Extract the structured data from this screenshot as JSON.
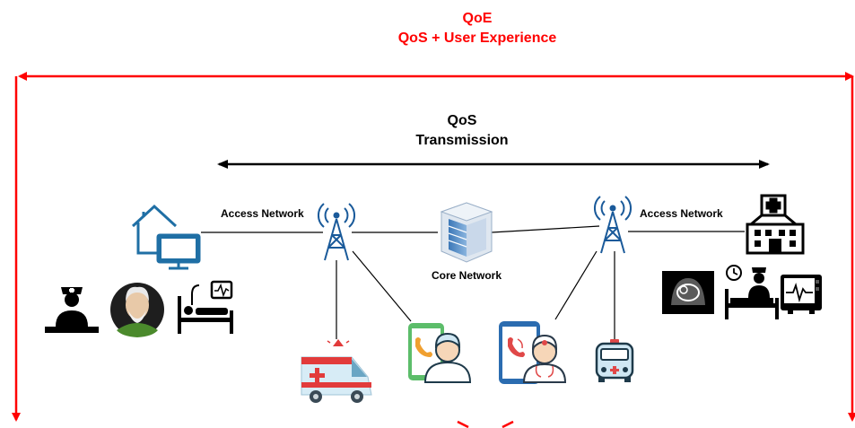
{
  "qoe": {
    "line1": "QoE",
    "line2": "QoS + User Experience"
  },
  "qos": {
    "line1": "QoS",
    "line2": "Transmission"
  },
  "labels": {
    "access_left": "Access Network",
    "access_right": "Access Network",
    "core": "Core Network"
  },
  "colors": {
    "qoe_red": "#ff0000",
    "icon_dark": "#000000",
    "icon_blue": "#1f6fa5",
    "tower_blue": "#1a5a9a"
  },
  "icons": {
    "home": "home-computer-icon",
    "nurse": "nurse-icon",
    "elderly": "elderly-patient-icon",
    "bed_left": "hospital-bed-monitor-icon",
    "tower_left": "cell-tower-icon",
    "tower_right": "cell-tower-icon",
    "server": "server-rack-icon",
    "ambulance": "ambulance-icon",
    "phone_patient": "phone-call-patient-icon",
    "phone_doctor": "phone-call-doctor-icon",
    "small_ambulance": "ambulance-front-icon",
    "hospital": "hospital-building-icon",
    "ultrasound": "ultrasound-icon",
    "patient_bed": "patient-bed-clock-icon",
    "monitor": "ecg-monitor-icon"
  }
}
